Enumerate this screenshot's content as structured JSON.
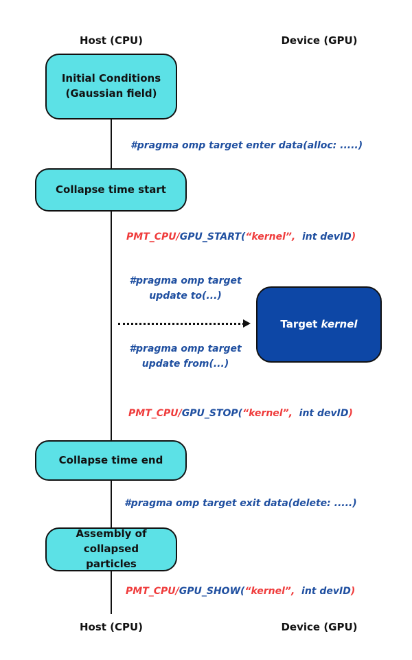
{
  "columns": {
    "host_label": "Host (CPU)",
    "device_label": "Device (GPU)"
  },
  "nodes": {
    "initial_conditions": "Initial Conditions\n(Gaussian field)",
    "collapse_start": "Collapse time start",
    "collapse_end": "Collapse time end",
    "assembly": "Assembly of collapsed\nparticles",
    "target_kernel_prefix": "Target ",
    "target_kernel_italic": "kernel"
  },
  "annotations": {
    "enter_data": "#pragma omp target enter data(alloc: .....)",
    "pmt_start": {
      "red_prefix": "PMT_CPU/",
      "blue_fn": "GPU_START(",
      "red_arg1": "“kernel”,",
      "blue_arg2": "  int devID",
      "red_close": ")"
    },
    "update_to": "#pragma omp target\nupdate to(...)",
    "update_from": "#pragma omp target\nupdate from(...)",
    "pmt_stop": {
      "red_prefix": "PMT_CPU/",
      "blue_fn": "GPU_STOP(",
      "red_arg1": "“kernel”,",
      "blue_arg2": "  int devID",
      "red_close": ")"
    },
    "exit_data": "#pragma omp target exit data(delete: .....)",
    "pmt_show": {
      "red_prefix": "PMT_CPU/",
      "blue_fn": "GPU_SHOW(",
      "red_arg1": "“kernel”,",
      "blue_arg2": "  int devID",
      "red_close": ")"
    }
  },
  "colors": {
    "host_box_fill": "#5ce1e6",
    "device_box_fill": "#0d47a6",
    "pmt_red": "#ef3b3b",
    "pragma_blue": "#1f4fa0"
  }
}
